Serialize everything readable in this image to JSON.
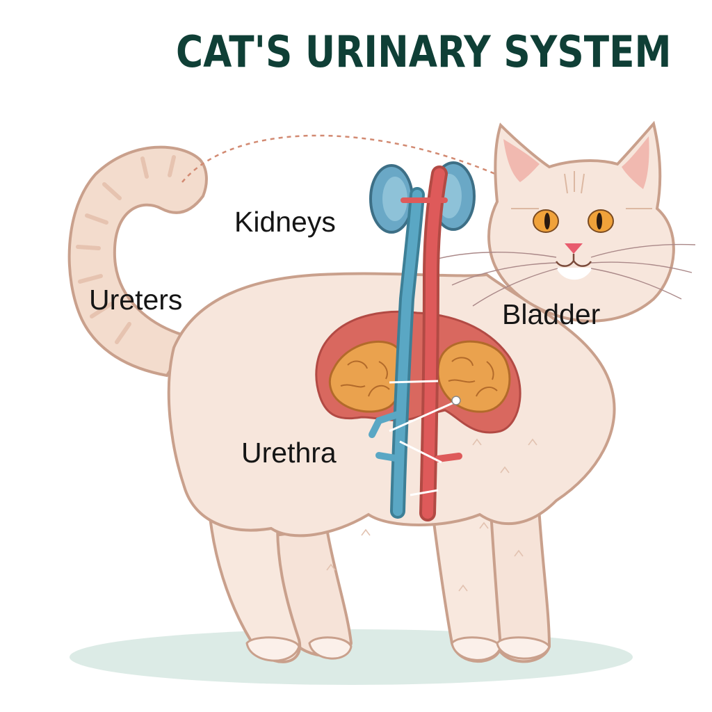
{
  "title": "CAT'S URINARY SYSTEM",
  "labels": {
    "kidneys": "Kidneys",
    "ureters": "Ureters",
    "bladder": "Bladder",
    "urethra": "Urethra"
  },
  "colors": {
    "title": "#0f3f36",
    "fur": "#f7e6dc",
    "outline": "#c9a08c",
    "vein_blue": "#5aa7c4",
    "artery_red": "#de5a5a",
    "kidney_orange": "#eaa24e",
    "eye": "#f0a23a",
    "nose": "#e85c6e",
    "shadow": "#dcebe6"
  }
}
